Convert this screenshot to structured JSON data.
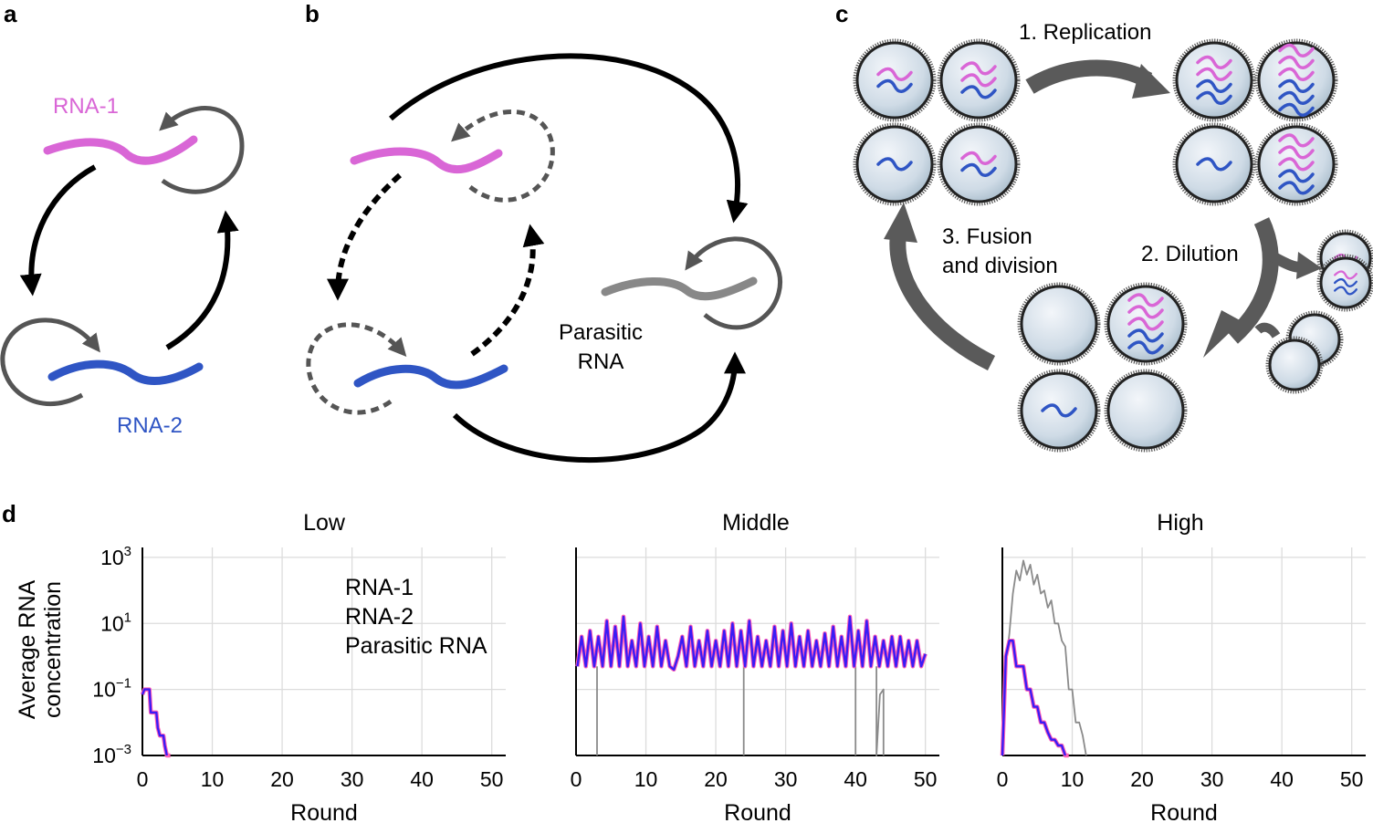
{
  "panels": {
    "a": "a",
    "b": "b",
    "c": "c",
    "d": "d"
  },
  "panel_a": {
    "rna1_label": "RNA-1",
    "rna2_label": "RNA-2"
  },
  "panel_b": {
    "parasite_label_line1": "Parasitic",
    "parasite_label_line2": "RNA"
  },
  "panel_c": {
    "step1": "1. Replication",
    "step2": "2. Dilution",
    "step3_line1": "3. Fusion",
    "step3_line2": "and division"
  },
  "colors": {
    "rna1": "#d966d6",
    "rna2": "#2f55c4",
    "parasite": "#888888",
    "loop_gray": "#555555",
    "arrow_black": "#000000",
    "process_arrow": "#5a5a5a",
    "plot_rna1": "#ff5fb7",
    "plot_rna2": "#3a1cf5",
    "plot_parasite": "#8a8a8a"
  },
  "chart_data": [
    {
      "type": "line",
      "title": "Low",
      "xlabel": "Round",
      "ylabel": "Average RNA concentration",
      "ylabel_lines": [
        "Average RNA",
        "concentration"
      ],
      "y_scale": "log",
      "xlim": [
        0,
        52
      ],
      "ylim": [
        0.001,
        2000
      ],
      "x_ticks": [
        "0",
        "10",
        "20",
        "30",
        "40",
        "50"
      ],
      "y_ticks": [
        {
          "base": "10",
          "exp": "3"
        },
        {
          "base": "10",
          "exp": "1"
        },
        {
          "base": "10",
          "exp": "−1"
        },
        {
          "base": "10",
          "exp": "−3"
        }
      ],
      "legend": [
        "RNA-1",
        "RNA-2",
        "Parasitic RNA"
      ],
      "legend_position": "top-center",
      "grid": true,
      "series": [
        {
          "name": "RNA-1",
          "x": [
            0,
            0.3,
            0.5,
            1,
            1.2,
            1.5,
            2,
            2.2,
            2.5,
            3,
            3.2,
            3.5,
            4
          ],
          "y": [
            0.07,
            0.1,
            0.1,
            0.1,
            0.02,
            0.02,
            0.02,
            0.007,
            0.004,
            0.004,
            0.002,
            0.001,
            0.001
          ]
        },
        {
          "name": "RNA-2",
          "x": [
            0,
            0.3,
            0.5,
            1,
            1.2,
            1.5,
            2,
            2.2,
            2.5,
            3,
            3.2,
            3.5
          ],
          "y": [
            0.07,
            0.1,
            0.1,
            0.1,
            0.02,
            0.02,
            0.02,
            0.007,
            0.004,
            0.004,
            0.002,
            0.001
          ]
        }
      ]
    },
    {
      "type": "line",
      "title": "Middle",
      "xlabel": "Round",
      "ylabel": "",
      "y_scale": "log",
      "xlim": [
        0,
        52
      ],
      "ylim": [
        0.001,
        2000
      ],
      "x_ticks": [
        "0",
        "10",
        "20",
        "30",
        "40",
        "50"
      ],
      "grid": true,
      "series": [
        {
          "name": "RNA-1",
          "x": [
            0.2,
            0.8,
            1.4,
            2.0,
            2.6,
            3.2,
            3.8,
            4.4,
            5.0,
            5.6,
            6.2,
            6.8,
            7.4,
            8.0,
            8.6,
            9.2,
            9.8,
            10.4,
            11.0,
            11.6,
            12.2,
            12.8,
            13.4,
            14.0,
            14.6,
            15.2,
            15.8,
            16.4,
            17.0,
            17.6,
            18.2,
            18.8,
            19.4,
            20.0,
            20.6,
            21.2,
            21.8,
            22.4,
            23.0,
            23.6,
            24.2,
            24.8,
            25.4,
            26.0,
            26.6,
            27.2,
            27.8,
            28.4,
            29.0,
            29.6,
            30.2,
            30.8,
            31.4,
            32.0,
            32.6,
            33.2,
            33.8,
            34.4,
            35.0,
            35.6,
            36.2,
            36.8,
            37.4,
            38.0,
            38.6,
            39.2,
            39.8,
            40.4,
            41.0,
            41.6,
            42.2,
            42.8,
            43.4,
            44.0,
            44.6,
            45.2,
            45.8,
            46.4,
            47.0,
            47.6,
            48.2,
            48.8,
            49.4,
            50.0
          ],
          "y": [
            0.5,
            4,
            0.5,
            6,
            0.5,
            4,
            0.5,
            12,
            0.5,
            8,
            0.5,
            16,
            0.5,
            3,
            0.5,
            10,
            0.5,
            4,
            0.5,
            8,
            0.5,
            3,
            0.5,
            0.4,
            1,
            4,
            0.5,
            8,
            0.5,
            3,
            0.5,
            6,
            0.5,
            3,
            0.5,
            6,
            0.5,
            10,
            0.5,
            6,
            0.5,
            12,
            0.5,
            4,
            0.5,
            3,
            0.5,
            8,
            0.5,
            6,
            0.5,
            10,
            0.5,
            4,
            0.5,
            6,
            0.5,
            3,
            0.5,
            5,
            0.5,
            8,
            0.5,
            4,
            0.5,
            16,
            0.5,
            6,
            0.5,
            12,
            0.5,
            4,
            0.5,
            3,
            0.5,
            4,
            0.5,
            4,
            0.5,
            3,
            0.5,
            3,
            0.5,
            1.2
          ]
        },
        {
          "name": "RNA-2",
          "x": [
            0.2,
            0.8,
            1.4,
            2.0,
            2.6,
            3.2,
            3.8,
            4.4,
            5.0,
            5.6,
            6.2,
            6.8,
            7.4,
            8.0,
            8.6,
            9.2,
            9.8,
            10.4,
            11.0,
            11.6,
            12.2,
            12.8,
            13.4,
            14.0,
            14.6,
            15.2,
            15.8,
            16.4,
            17.0,
            17.6,
            18.2,
            18.8,
            19.4,
            20.0,
            20.6,
            21.2,
            21.8,
            22.4,
            23.0,
            23.6,
            24.2,
            24.8,
            25.4,
            26.0,
            26.6,
            27.2,
            27.8,
            28.4,
            29.0,
            29.6,
            30.2,
            30.8,
            31.4,
            32.0,
            32.6,
            33.2,
            33.8,
            34.4,
            35.0,
            35.6,
            36.2,
            36.8,
            37.4,
            38.0,
            38.6,
            39.2,
            39.8,
            40.4,
            41.0,
            41.6,
            42.2,
            42.8,
            43.4,
            44.0,
            44.6,
            45.2,
            45.8,
            46.4,
            47.0,
            47.6,
            48.2,
            48.8,
            49.4,
            50.0
          ],
          "y": [
            0.5,
            4,
            0.5,
            6,
            0.5,
            4,
            0.5,
            12,
            0.5,
            8,
            0.5,
            16,
            0.5,
            3,
            0.5,
            10,
            0.5,
            4,
            0.5,
            8,
            0.5,
            3,
            0.5,
            0.4,
            1,
            4,
            0.5,
            8,
            0.5,
            3,
            0.5,
            6,
            0.5,
            3,
            0.5,
            6,
            0.5,
            10,
            0.5,
            6,
            0.5,
            12,
            0.5,
            4,
            0.5,
            3,
            0.5,
            8,
            0.5,
            6,
            0.5,
            10,
            0.5,
            4,
            0.5,
            6,
            0.5,
            3,
            0.5,
            5,
            0.5,
            8,
            0.5,
            4,
            0.5,
            16,
            0.5,
            6,
            0.5,
            12,
            0.5,
            4,
            0.5,
            3,
            0.5,
            4,
            0.5,
            4,
            0.5,
            3,
            0.5,
            3,
            0.5,
            1.2
          ]
        },
        {
          "name": "Parasitic RNA",
          "segments": [
            {
              "x": [
                3,
                3
              ],
              "y": [
                0.5,
                0.001
              ]
            },
            {
              "x": [
                24,
                24
              ],
              "y": [
                0.5,
                0.001
              ]
            },
            {
              "x": [
                40,
                40
              ],
              "y": [
                0.5,
                0.001
              ]
            },
            {
              "x": [
                43,
                43,
                43.5,
                44,
                44
              ],
              "y": [
                0.5,
                0.001,
                0.07,
                0.1,
                0.001
              ]
            }
          ]
        }
      ]
    },
    {
      "type": "line",
      "title": "High",
      "xlabel": "Round",
      "ylabel": "",
      "y_scale": "log",
      "xlim": [
        0,
        52
      ],
      "ylim": [
        0.001,
        2000
      ],
      "x_ticks": [
        "0",
        "10",
        "20",
        "30",
        "40",
        "50"
      ],
      "grid": true,
      "series": [
        {
          "name": "RNA-1",
          "x": [
            0,
            0.5,
            1,
            1.5,
            2,
            2.5,
            3,
            3.5,
            4,
            4.5,
            5,
            5.5,
            6,
            6.5,
            7,
            7.5,
            8,
            8.5,
            9,
            9.5
          ],
          "y": [
            0.001,
            1,
            3,
            3,
            0.5,
            0.5,
            0.5,
            0.1,
            0.1,
            0.03,
            0.03,
            0.01,
            0.01,
            0.005,
            0.003,
            0.003,
            0.002,
            0.002,
            0.001,
            0.001
          ]
        },
        {
          "name": "RNA-2",
          "x": [
            0,
            0.5,
            1,
            1.5,
            2,
            2.5,
            3,
            3.5,
            4,
            4.5,
            5,
            5.5,
            6,
            6.5,
            7,
            7.5,
            8,
            8.5,
            9
          ],
          "y": [
            0.001,
            1,
            3,
            3,
            0.5,
            0.5,
            0.5,
            0.1,
            0.1,
            0.03,
            0.03,
            0.01,
            0.01,
            0.005,
            0.003,
            0.003,
            0.002,
            0.002,
            0.001
          ]
        },
        {
          "name": "Parasitic RNA",
          "x": [
            0,
            0.5,
            1,
            1.5,
            2,
            2.5,
            3,
            3.5,
            4,
            4.5,
            5,
            5.5,
            6,
            6.5,
            7,
            7.5,
            8,
            8.5,
            9,
            9.5,
            10,
            10.5,
            11,
            11.5,
            12
          ],
          "y": [
            0.001,
            0.5,
            5,
            80,
            400,
            200,
            800,
            300,
            600,
            150,
            300,
            80,
            100,
            30,
            50,
            10,
            10,
            3,
            2,
            0.1,
            0.1,
            0.01,
            0.01,
            0.004,
            0.001
          ]
        }
      ]
    }
  ]
}
